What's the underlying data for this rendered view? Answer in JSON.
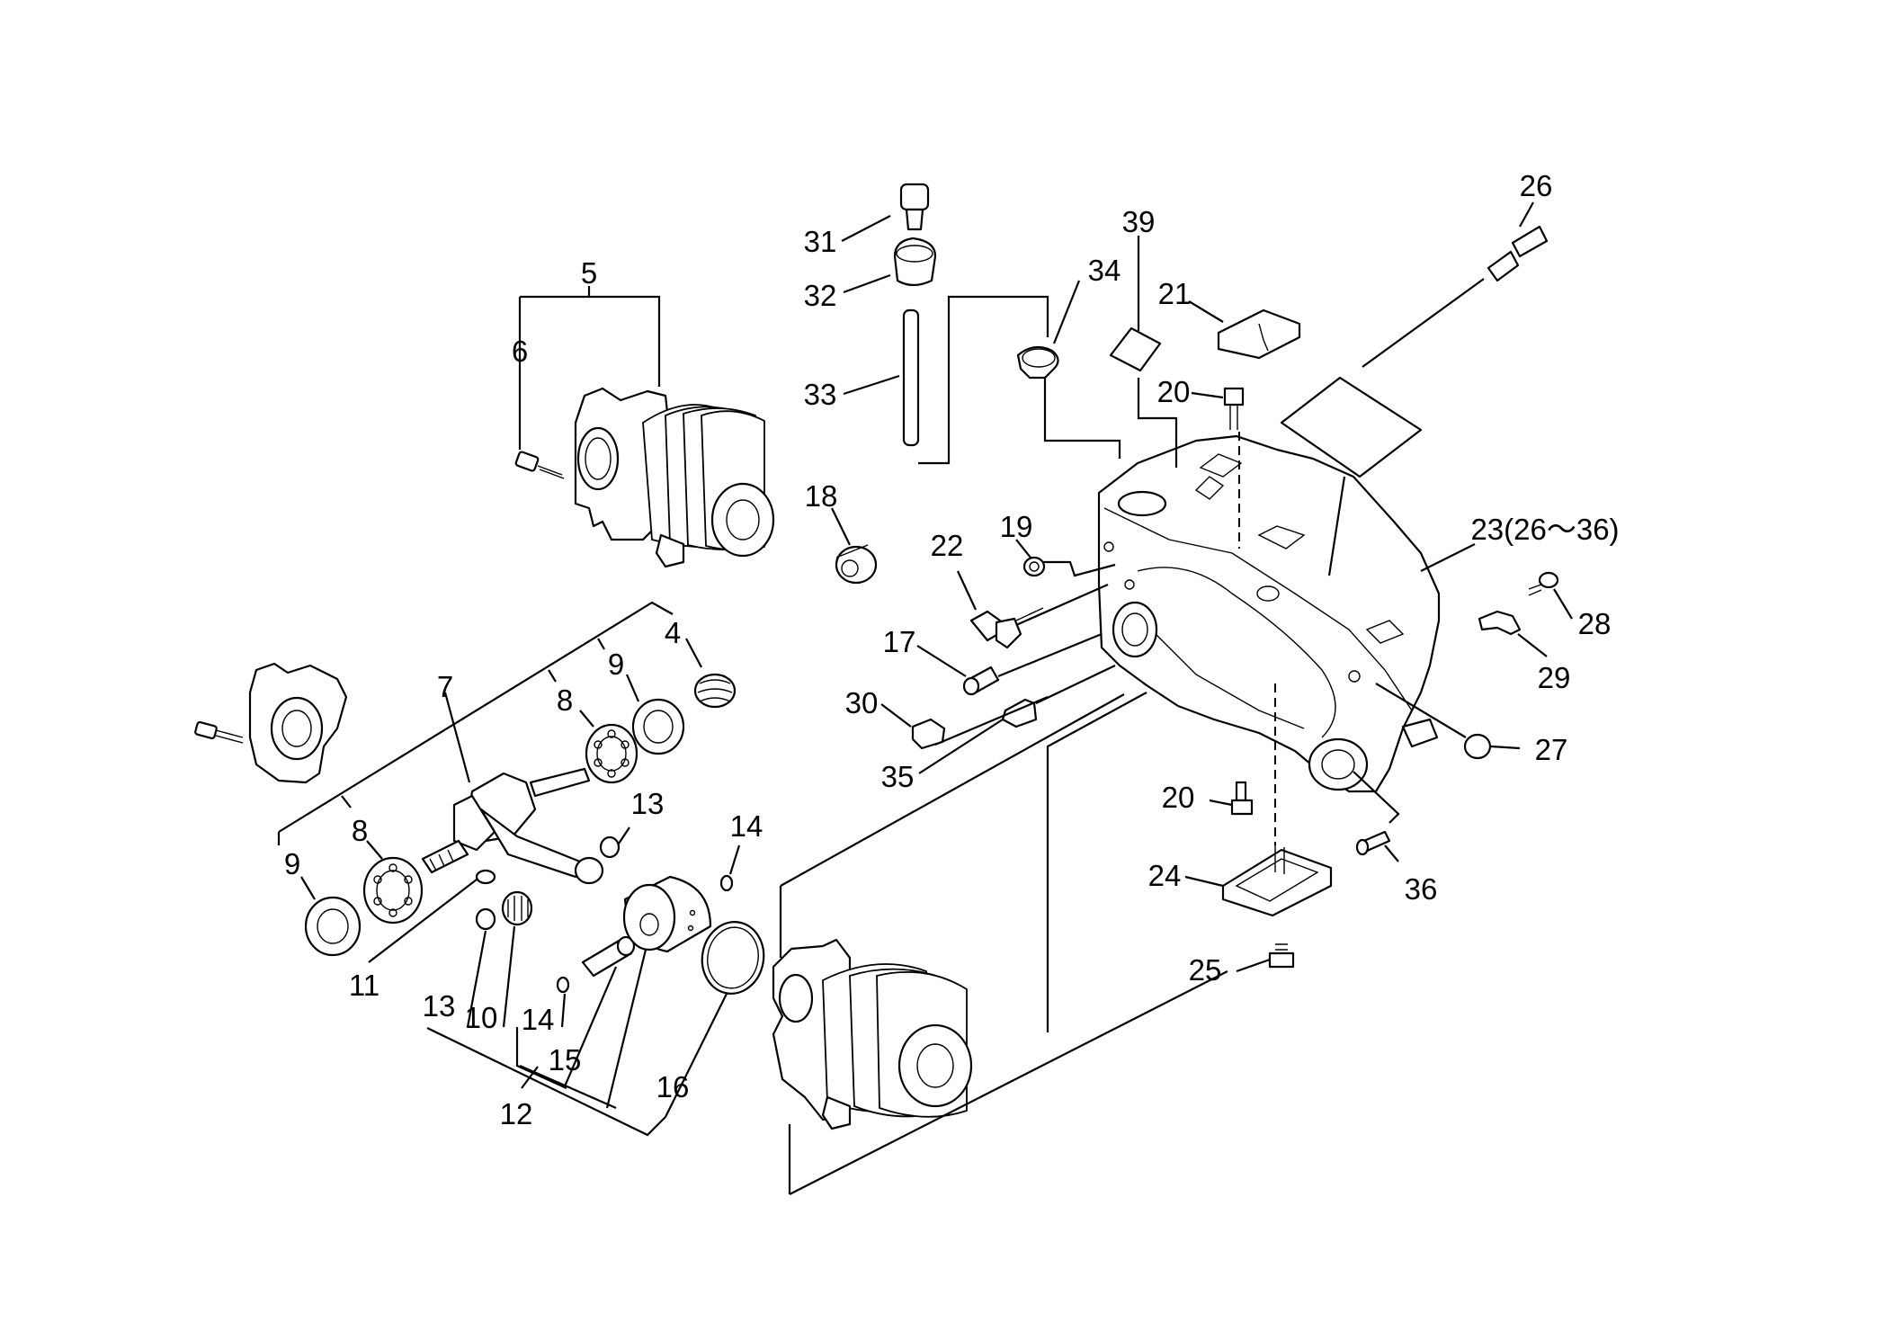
{
  "callouts": [
    {
      "id": "c-5",
      "text": "5"
    },
    {
      "id": "c-6",
      "text": "6"
    },
    {
      "id": "c-31",
      "text": "31"
    },
    {
      "id": "c-32",
      "text": "32"
    },
    {
      "id": "c-33",
      "text": "33"
    },
    {
      "id": "c-34",
      "text": "34"
    },
    {
      "id": "c-39",
      "text": "39"
    },
    {
      "id": "c-21",
      "text": "21"
    },
    {
      "id": "c-26",
      "text": "26"
    },
    {
      "id": "c-20a",
      "text": "20"
    },
    {
      "id": "c-18",
      "text": "18"
    },
    {
      "id": "c-19",
      "text": "19"
    },
    {
      "id": "c-22",
      "text": "22"
    },
    {
      "id": "c-23",
      "text": "23(26～36)"
    },
    {
      "id": "c-28",
      "text": "28"
    },
    {
      "id": "c-29",
      "text": "29"
    },
    {
      "id": "c-17",
      "text": "17"
    },
    {
      "id": "c-30",
      "text": "30"
    },
    {
      "id": "c-35",
      "text": "35"
    },
    {
      "id": "c-27",
      "text": "27"
    },
    {
      "id": "c-20b",
      "text": "20"
    },
    {
      "id": "c-36",
      "text": "36"
    },
    {
      "id": "c-24",
      "text": "24"
    },
    {
      "id": "c-25",
      "text": "25"
    },
    {
      "id": "c-4",
      "text": "4"
    },
    {
      "id": "c-9a",
      "text": "9"
    },
    {
      "id": "c-7",
      "text": "7"
    },
    {
      "id": "c-8a",
      "text": "8"
    },
    {
      "id": "c-8b",
      "text": "8"
    },
    {
      "id": "c-9b",
      "text": "9"
    },
    {
      "id": "c-13a",
      "text": "13"
    },
    {
      "id": "c-14a",
      "text": "14"
    },
    {
      "id": "c-11",
      "text": "11"
    },
    {
      "id": "c-13b",
      "text": "13"
    },
    {
      "id": "c-10",
      "text": "10"
    },
    {
      "id": "c-14b",
      "text": "14"
    },
    {
      "id": "c-15",
      "text": "15"
    },
    {
      "id": "c-16",
      "text": "16"
    },
    {
      "id": "c-12",
      "text": "12"
    }
  ]
}
